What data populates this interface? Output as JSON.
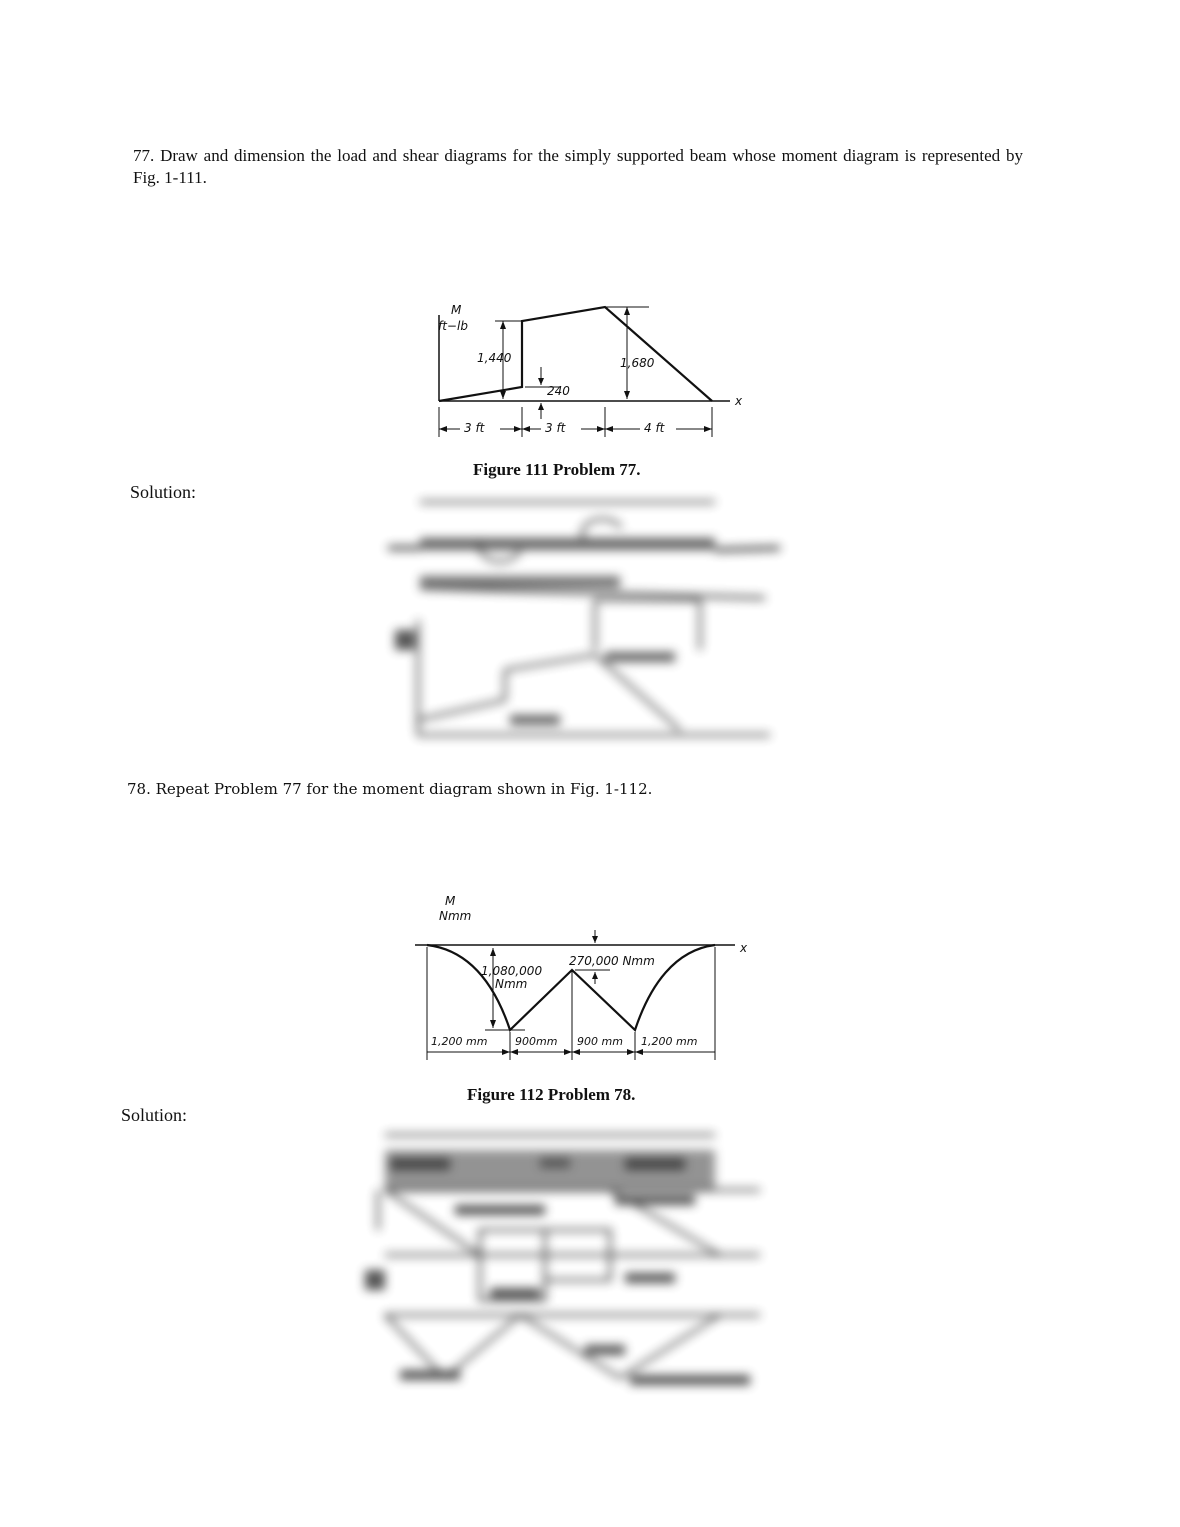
{
  "problem77": {
    "text": "77.  Draw and dimension the load and shear diagrams for the simply supported beam whose moment diagram is represented by Fig. 1-111."
  },
  "figure111": {
    "caption": "Figure 111  Problem 77.",
    "y_axis_label": "M",
    "y_axis_unit": "ft−lb",
    "x_axis_label": "x",
    "value_1440": "1,440",
    "value_240": "240",
    "value_1680": "1,680",
    "span_1": "3 ft",
    "span_2": "3 ft",
    "span_3": "4 ft"
  },
  "solution1": {
    "label": "Solution:"
  },
  "problem78": {
    "text": "78.  Repeat Problem 77 for the moment diagram shown in Fig. 1-112."
  },
  "figure112": {
    "caption": "Figure 112  Problem 78.",
    "y_axis_label": "M",
    "y_axis_unit": "Nmm",
    "x_axis_label": "x",
    "value_1080000": "1,080,000",
    "value_1080000_unit": "Nmm",
    "value_270000": "270,000 Nmm",
    "span_1": "1,200 mm",
    "span_2": "900mm",
    "span_3": "900 mm",
    "span_4": "1,200 mm"
  },
  "solution2": {
    "label": "Solution:"
  }
}
